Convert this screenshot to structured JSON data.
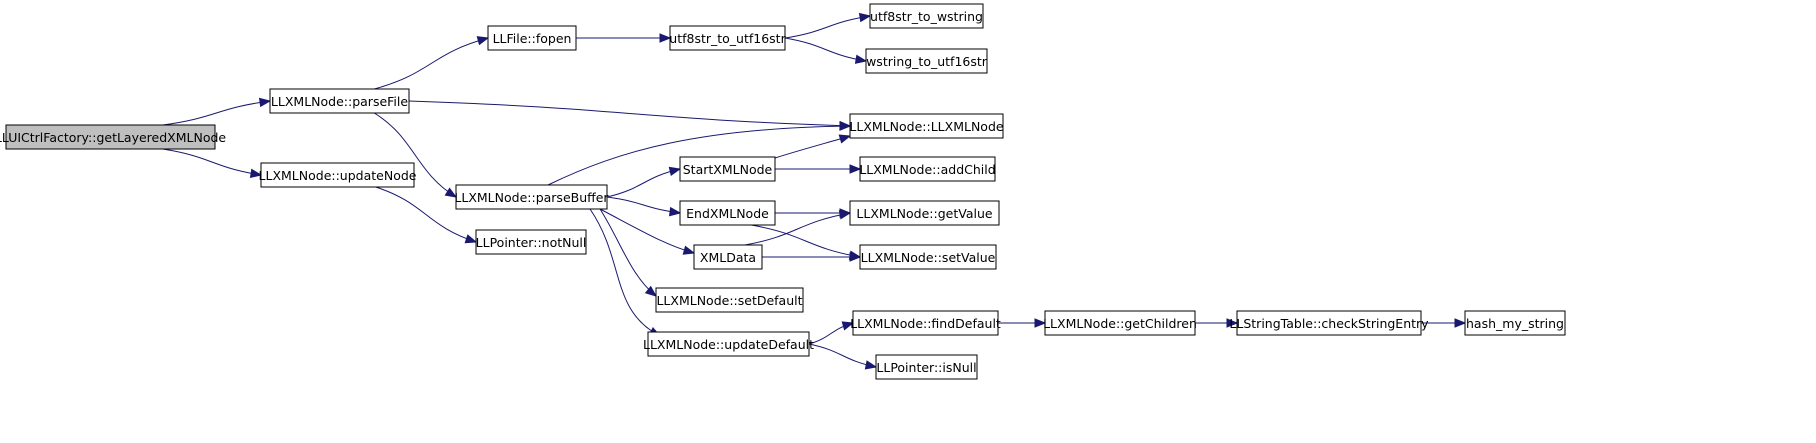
{
  "colors": {
    "edge": "#191970",
    "node_border": "#000000",
    "node_fill": "#ffffff",
    "root_fill": "#bfbfbf"
  },
  "nodes": {
    "getLayeredXMLNode": "LLUICtrlFactory::getLayeredXMLNode",
    "parseFile": "LLXMLNode::parseFile",
    "updateNode": "LLXMLNode::updateNode",
    "fopen": "LLFile::fopen",
    "utf8str_to_utf16str": "utf8str_to_utf16str",
    "utf8str_to_wstring": "utf8str_to_wstring",
    "wstring_to_utf16str": "wstring_to_utf16str",
    "LLXMLNode": "LLXMLNode::LLXMLNode",
    "parseBuffer": "LLXMLNode::parseBuffer",
    "StartXMLNode": "StartXMLNode",
    "addChild": "LLXMLNode::addChild",
    "EndXMLNode": "EndXMLNode",
    "getValue": "LLXMLNode::getValue",
    "XMLData": "XMLData",
    "setValue": "LLXMLNode::setValue",
    "notNull": "LLPointer::notNull",
    "setDefault": "LLXMLNode::setDefault",
    "updateDefault": "LLXMLNode::updateDefault",
    "findDefault": "LLXMLNode::findDefault",
    "getChildren": "LLXMLNode::getChildren",
    "checkStringEntry": "LLStringTable::checkStringEntry",
    "hash_my_string": "hash_my_string",
    "isNull": "LLPointer::isNull"
  },
  "edges": [
    [
      "getLayeredXMLNode",
      "parseFile"
    ],
    [
      "getLayeredXMLNode",
      "updateNode"
    ],
    [
      "parseFile",
      "fopen"
    ],
    [
      "parseFile",
      "LLXMLNode"
    ],
    [
      "parseFile",
      "parseBuffer"
    ],
    [
      "fopen",
      "utf8str_to_utf16str"
    ],
    [
      "utf8str_to_utf16str",
      "utf8str_to_wstring"
    ],
    [
      "utf8str_to_utf16str",
      "wstring_to_utf16str"
    ],
    [
      "parseBuffer",
      "LLXMLNode"
    ],
    [
      "parseBuffer",
      "StartXMLNode"
    ],
    [
      "parseBuffer",
      "EndXMLNode"
    ],
    [
      "parseBuffer",
      "XMLData"
    ],
    [
      "parseBuffer",
      "setDefault"
    ],
    [
      "parseBuffer",
      "updateDefault"
    ],
    [
      "StartXMLNode",
      "LLXMLNode"
    ],
    [
      "StartXMLNode",
      "addChild"
    ],
    [
      "EndXMLNode",
      "getValue"
    ],
    [
      "EndXMLNode",
      "setValue"
    ],
    [
      "XMLData",
      "getValue"
    ],
    [
      "XMLData",
      "setValue"
    ],
    [
      "updateNode",
      "notNull"
    ],
    [
      "updateDefault",
      "findDefault"
    ],
    [
      "updateDefault",
      "isNull"
    ],
    [
      "findDefault",
      "getChildren"
    ],
    [
      "getChildren",
      "checkStringEntry"
    ],
    [
      "checkStringEntry",
      "hash_my_string"
    ]
  ]
}
